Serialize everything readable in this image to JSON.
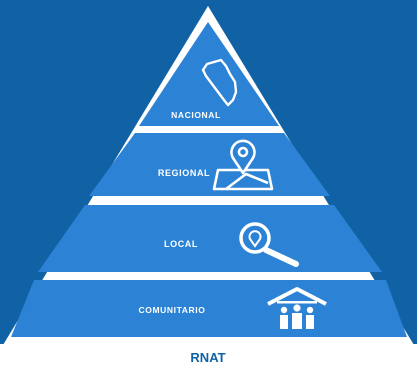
{
  "diagram": {
    "colors": {
      "background": "#1162a5",
      "tier_fill": "#2c82d4",
      "outline": "#ffffff",
      "base_text": "#1162a5"
    },
    "levels": [
      {
        "label": "NACIONAL",
        "icon": "peru-map-icon"
      },
      {
        "label": "REGIONAL",
        "icon": "map-pin-icon"
      },
      {
        "label": "LOCAL",
        "icon": "magnifier-pin-icon"
      },
      {
        "label": "COMUNITARIO",
        "icon": "community-house-icon"
      }
    ],
    "base_label": "RNAT"
  }
}
